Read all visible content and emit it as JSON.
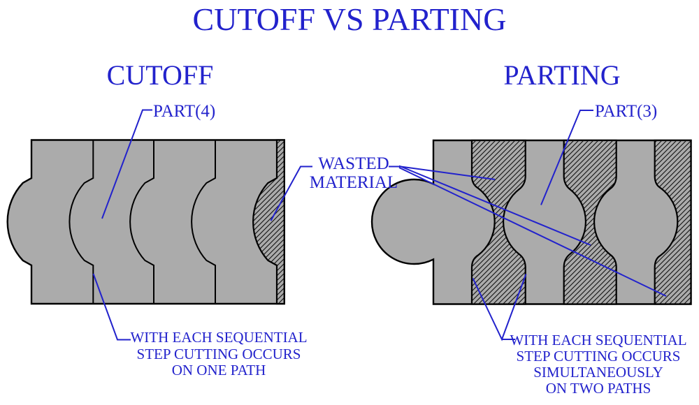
{
  "title": "CUTOFF VS PARTING",
  "colors": {
    "accent_blue": "#2222CC",
    "material_gray": "#ABABAB",
    "outline_black": "#000000",
    "background": "#FFFFFF"
  },
  "cutoff": {
    "heading": "CUTOFF",
    "part_label": "PART(4)",
    "note_lines": [
      "WITH EACH SEQUENTIAL",
      "STEP CUTTING OCCURS",
      "ON ONE PATH"
    ]
  },
  "parting": {
    "heading": "PARTING",
    "part_label": "PART(3)",
    "note_lines": [
      "WITH EACH SEQUENTIAL",
      "STEP CUTTING OCCURS",
      "SIMULTANEOUSLY",
      "ON TWO PATHS"
    ]
  },
  "shared": {
    "wasted_label_line1": "WASTED",
    "wasted_label_line2": "MATERIAL"
  }
}
